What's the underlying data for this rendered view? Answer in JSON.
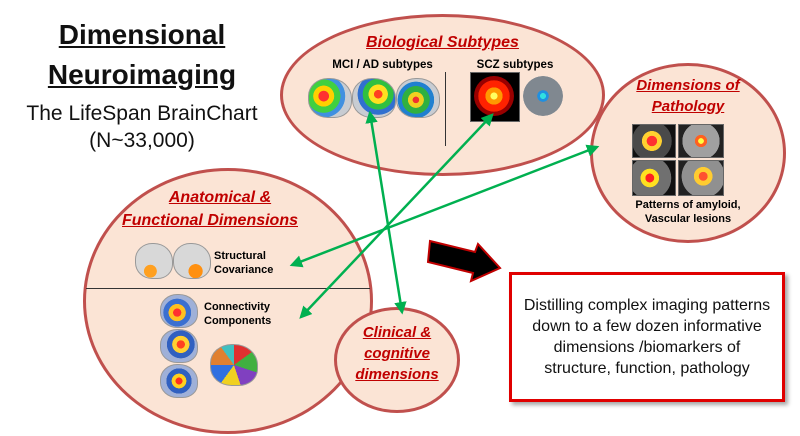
{
  "title": {
    "line1": "Dimensional",
    "line2": "Neuroimaging",
    "subtitle1": "The LifeSpan BrainChart",
    "subtitle2": "(N~33,000)"
  },
  "biological": {
    "heading": "Biological Subtypes",
    "left_label": "MCI / AD subtypes",
    "right_label": "SCZ subtypes"
  },
  "pathology": {
    "heading_line1": "Dimensions of",
    "heading_line2": "Pathology",
    "caption_line1": "Patterns of amyloid,",
    "caption_line2": "Vascular lesions"
  },
  "anatomical": {
    "heading_line1": "Anatomical &",
    "heading_line2": "Functional Dimensions",
    "structural_line1": "Structural",
    "structural_line2": "Covariance",
    "connectivity_line1": "Connectivity",
    "connectivity_line2": "Components"
  },
  "clinical": {
    "heading_line1": "Clinical &",
    "heading_line2": "cognitive",
    "heading_line3": "dimensions"
  },
  "summary": {
    "text": "Distilling complex imaging patterns down to a few dozen informative dimensions /biomarkers of structure, function, pathology"
  },
  "colors": {
    "ellipse_border": "#c0504d",
    "ellipse_fill": "#fbe4d5",
    "heading_red": "#c00000",
    "arrow_green": "#00b050",
    "box_border": "#e00000"
  }
}
